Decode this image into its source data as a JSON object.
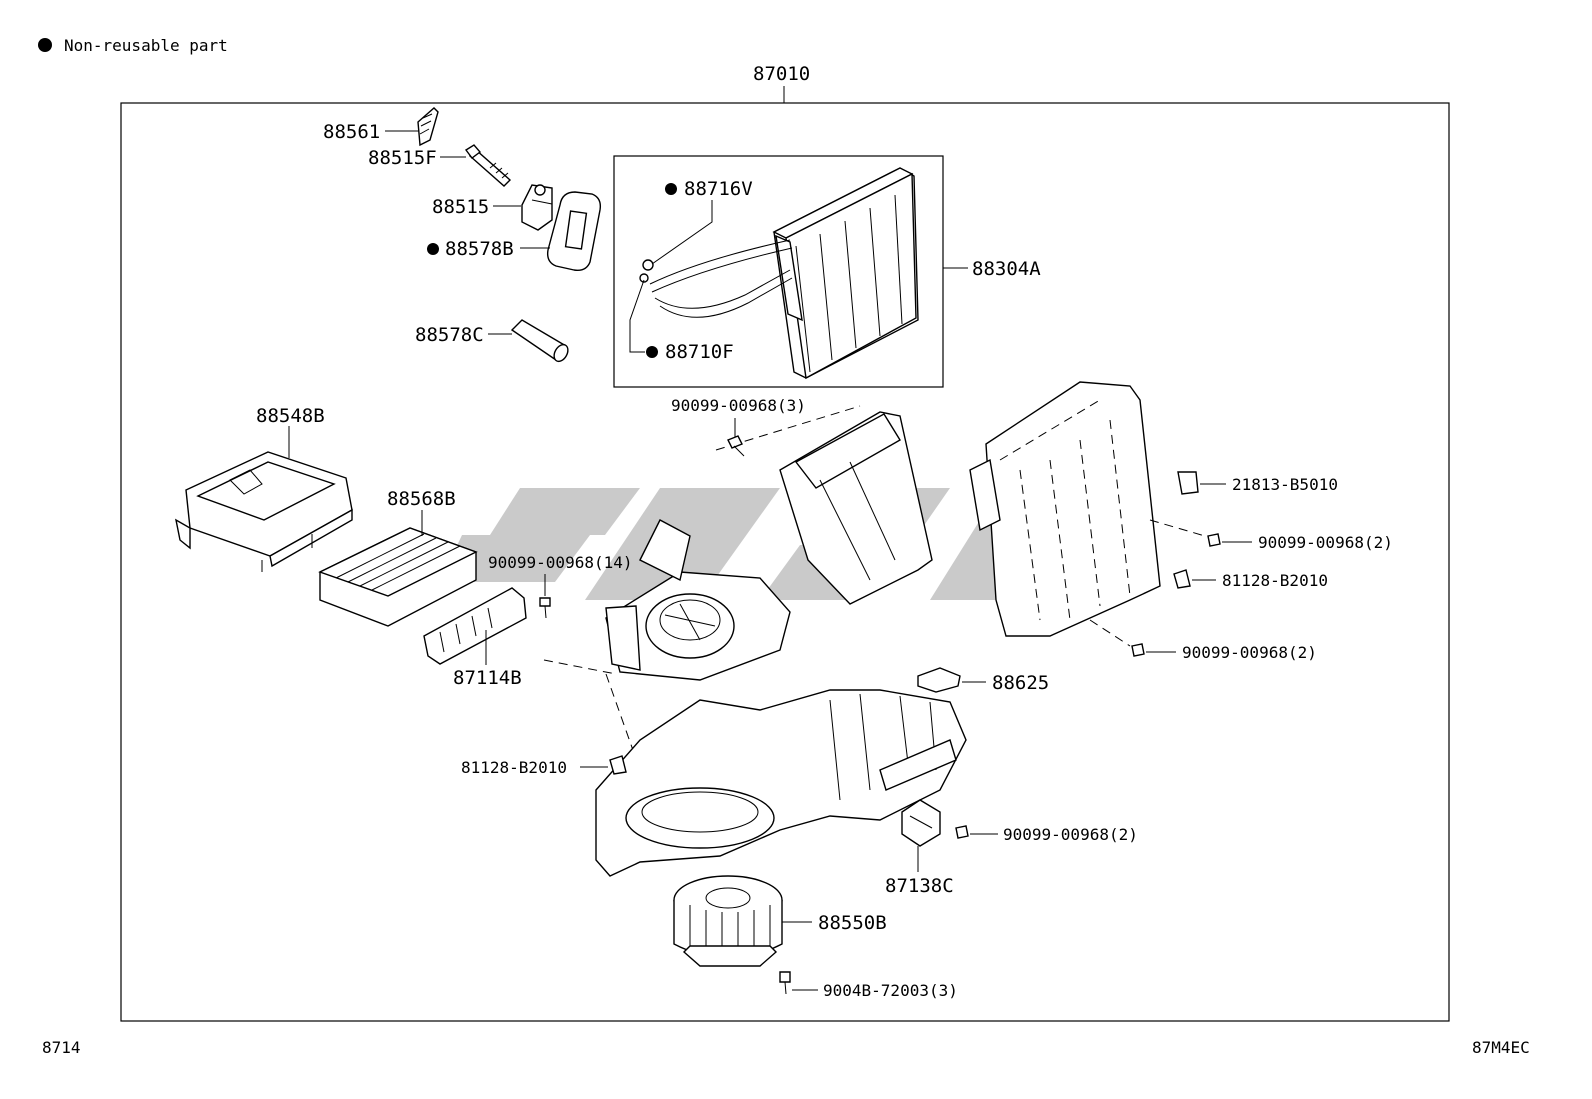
{
  "legend": {
    "text": "Non-reusable part"
  },
  "assembly_label": "87010",
  "footer": {
    "left": "8714",
    "right": "87M4EC"
  },
  "parts": {
    "p88561": "88561",
    "p88515F": "88515F",
    "p88515": "88515",
    "p88578B": "88578B",
    "p88578C": "88578C",
    "p88716V": "88716V",
    "p88710F": "88710F",
    "p88304A": "88304A",
    "p90099_00968_3": "90099-00968(3)",
    "p88548B": "88548B",
    "p88568B": "88568B",
    "p90099_00968_14": "90099-00968(14)",
    "p87114B": "87114B",
    "p21813_B5010": "21813-B5010",
    "p90099_00968_2a": "90099-00968(2)",
    "p81128_B2010a": "81128-B2010",
    "p90099_00968_2b": "90099-00968(2)",
    "p88625": "88625",
    "p81128_B2010b": "81128-B2010",
    "p90099_00968_2c": "90099-00968(2)",
    "p87138C": "87138C",
    "p88550B": "88550B",
    "p9004B_72003_3": "9004B-72003(3)"
  }
}
